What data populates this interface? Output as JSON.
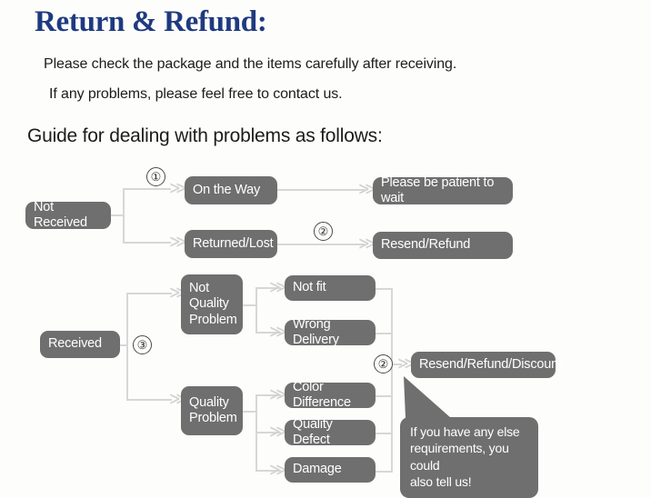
{
  "header": {
    "title": "Return & Refund:",
    "line1": "Please check the package and the items carefully after receiving.",
    "line2": "If any problems, please feel free to contact us.",
    "guide": "Guide for dealing with problems as follows:"
  },
  "flow": {
    "not_received": "Not Received",
    "on_the_way": "On the Way",
    "returned_lost": "Returned/Lost",
    "please_wait": "Please be patient to wait",
    "resend_refund": "Resend/Refund",
    "received": "Received",
    "not_quality_problem": "Not\nQuality\nProblem",
    "quality_problem": "Quality\nProblem",
    "not_fit": "Not fit",
    "wrong_delivery": "Wrong Delivery",
    "color_difference": "Color Difference",
    "quality_defect": "Quality Defect",
    "damage": "Damage",
    "resend_refund_discount": "Resend/Refund/Discount"
  },
  "markers": {
    "one": "①",
    "two_top": "②",
    "three": "③",
    "two_bottom": "②"
  },
  "bubble": {
    "text": "If you have any else\nrequirements, you could\nalso tell us!"
  },
  "icons": {
    "chevron": "≫"
  },
  "colors": {
    "title": "#1f3a80",
    "node": "#6f6f6f",
    "line": "#d7d7d7",
    "background": "#fdfdfb"
  }
}
